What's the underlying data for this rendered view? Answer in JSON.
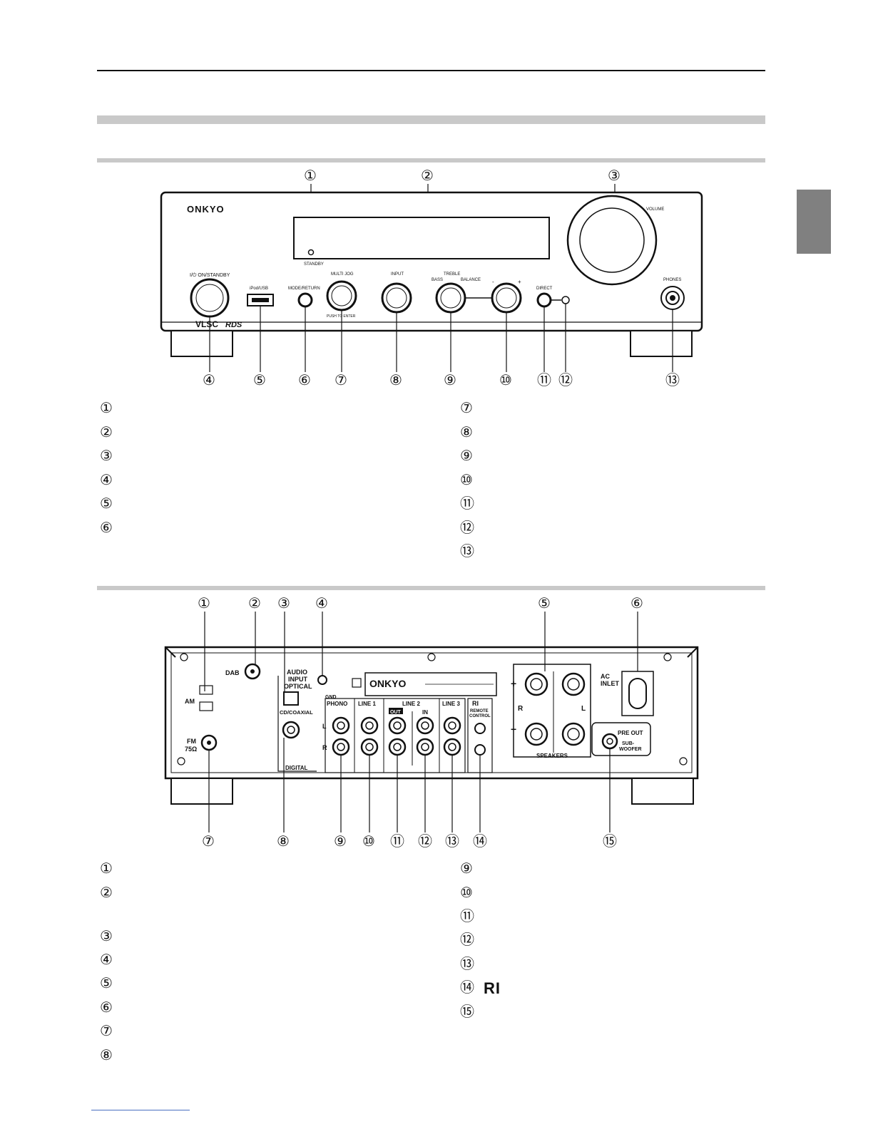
{
  "front_panel": {
    "callouts_top": [
      "①",
      "②",
      "③"
    ],
    "callouts_bottom": [
      "④",
      "⑤",
      "⑥",
      "⑦",
      "⑧",
      "⑨",
      "⑩",
      "⑪",
      "⑫",
      "⑬"
    ],
    "labels": {
      "brand": "ONKYO",
      "standby": "STANDBY",
      "volume": "VOLUME",
      "on_standby": "I/⏻ ON/STANDBY",
      "ipod_usb": "iPod/USB",
      "mode_return": "MODE/RETURN",
      "multi_jog": "MULTI JOG",
      "push_enter": "PUSH TO ENTER",
      "input": "INPUT",
      "treble": "TREBLE",
      "bass": "BASS",
      "balance": "BALANCE",
      "minus": "-",
      "plus": "+",
      "direct": "DIRECT",
      "phones": "PHONES",
      "vlsc": "VLSC",
      "rds": "RDS"
    },
    "legend_left": [
      "①",
      "②",
      "③",
      "④",
      "⑤",
      "⑥"
    ],
    "legend_right": [
      "⑦",
      "⑧",
      "⑨",
      "⑩",
      "⑪",
      "⑫",
      "⑬"
    ]
  },
  "rear_panel": {
    "callouts_top": [
      "①",
      "②",
      "③",
      "④",
      "⑤",
      "⑥"
    ],
    "callouts_bottom": [
      "⑦",
      "⑧",
      "⑨",
      "⑩",
      "⑪",
      "⑫",
      "⑬",
      "⑭",
      "⑮"
    ],
    "labels": {
      "dab": "DAB",
      "audio_input": "AUDIO",
      "input_word": "INPUT",
      "optical": "OPTICAL",
      "gnd": "GND",
      "am": "AM",
      "fm": "FM",
      "fm_ohm": "75Ω",
      "cd_coaxial": "CD/COAXIAL",
      "digital": "DIGITAL",
      "phono": "PHONO",
      "line1": "LINE 1",
      "line2": "LINE 2",
      "line3": "LINE 3",
      "out": "OUT",
      "in": "IN",
      "remote_control": "REMOTE",
      "control_word": "CONTROL",
      "ri": "RI",
      "speakers": "SPEAKERS",
      "ac_inlet": "AC",
      "inlet_word": "INLET",
      "pre_out": "PRE OUT",
      "sub": "SUB-",
      "woofer": "WOOFER",
      "left": "L",
      "right": "R",
      "plus": "+",
      "minus": "−",
      "brand": "ONKYO"
    },
    "legend_left": [
      "①",
      "②",
      "③",
      "④",
      "⑤",
      "⑥",
      "⑦",
      "⑧"
    ],
    "legend_right": [
      "⑨",
      "⑩",
      "⑪",
      "⑫",
      "⑬",
      "⑭",
      "⑮"
    ],
    "ri_symbol": "RI"
  },
  "colors": {
    "bar": "#c9c9c9",
    "tab": "#808080",
    "ink": "#111111"
  }
}
